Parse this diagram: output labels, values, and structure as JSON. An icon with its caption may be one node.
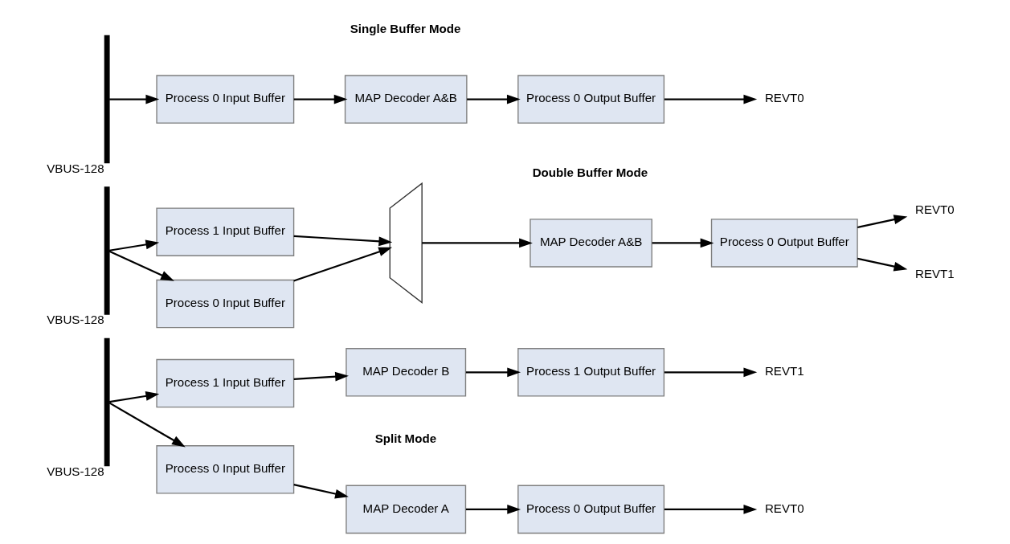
{
  "diagram": {
    "nodes": [
      {
        "text": [],
        "shape": "bar",
        "beside": [
          "VBUS-128"
        ]
      },
      {
        "text": [
          "Process 0 Input Buffer"
        ]
      },
      {
        "text": [
          "MAP Decoder A&B"
        ]
      },
      {
        "text": [
          "Process 0 Output Buffer"
        ]
      },
      {
        "text": [
          "REVT0"
        ]
      },
      {
        "text": [],
        "shape": "bar",
        "beside": [
          "VBUS-128"
        ]
      },
      {
        "text": [
          "Process 0 Input Buffer"
        ]
      },
      {
        "text": [
          "Process 1 Input Buffer"
        ]
      },
      {
        "text": [],
        "shape": "trapezoid"
      },
      {
        "text": [
          "MAP Decoder A&B"
        ]
      },
      {
        "text": [
          "Process 0 Output Buffer"
        ]
      },
      {
        "text": [
          "REVT0"
        ]
      },
      {
        "text": [
          "REVT1"
        ]
      },
      {
        "text": [],
        "shape": "bar",
        "beside": [
          "VBUS-128"
        ]
      },
      {
        "text": [
          "Process 0 Input Buffer"
        ]
      },
      {
        "text": [
          "Process 1 Input Buffer"
        ]
      },
      {
        "text": [
          "MAP Decoder A"
        ]
      },
      {
        "text": [
          "MAP Decoder B"
        ]
      },
      {
        "text": [
          "Process 0 Output Buffer"
        ]
      },
      {
        "text": [
          "Process 1 Output Buffer"
        ]
      },
      {
        "text": [
          "REVT0"
        ]
      },
      {
        "text": [
          "REVT1"
        ]
      }
    ],
    "edges": [
      {
        "from": 0,
        "to": 1,
        "arrow": "to"
      },
      {
        "from": 1,
        "to": 2,
        "arrow": "to"
      },
      {
        "from": 2,
        "to": 3,
        "arrow": "to"
      },
      {
        "from": 3,
        "to": 4,
        "arrow": "to"
      },
      {
        "from": 5,
        "to": 6,
        "arrow": "to"
      },
      {
        "from": 5,
        "to": 7,
        "arrow": "to"
      },
      {
        "from": 6,
        "to": 8,
        "arrow": "to"
      },
      {
        "from": 7,
        "to": 8,
        "arrow": "to"
      },
      {
        "from": 8,
        "to": 9,
        "arrow": "to"
      },
      {
        "from": 9,
        "to": 10,
        "arrow": "to"
      },
      {
        "from": 10,
        "to": 11,
        "arrow": "to"
      },
      {
        "from": 10,
        "to": 12,
        "arrow": "to"
      },
      {
        "from": 13,
        "to": 14,
        "arrow": "to"
      },
      {
        "from": 13,
        "to": 15,
        "arrow": "to"
      },
      {
        "from": 14,
        "to": 16,
        "arrow": "to"
      },
      {
        "from": 15,
        "to": 17,
        "arrow": "to"
      },
      {
        "from": 16,
        "to": 18,
        "arrow": "to"
      },
      {
        "from": 17,
        "to": 19,
        "arrow": "to"
      },
      {
        "from": 18,
        "to": 20,
        "arrow": "to"
      },
      {
        "from": 19,
        "to": 21,
        "arrow": "to"
      }
    ],
    "labels": [
      "Single Buffer Mode",
      "Double Buffer Mode",
      "Split Mode"
    ]
  }
}
